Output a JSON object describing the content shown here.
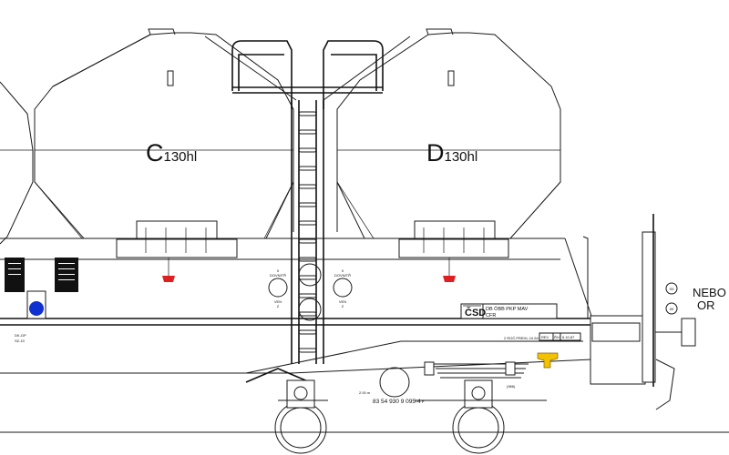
{
  "compartments": {
    "c": {
      "letter": "C",
      "volume": "130hl"
    },
    "d": {
      "letter": "D",
      "volume": "130hl"
    }
  },
  "manhole_left": {
    "top": "0",
    "line1": "DOVNITŘ",
    "line2": "VEN",
    "bottom": "Z"
  },
  "manhole_right": {
    "top": "0",
    "line1": "DOVNITŘ",
    "line2": "VEN",
    "bottom": "Z"
  },
  "operator": {
    "code": "ČSD",
    "railways_line1": "DB ÖBB PKP MAV",
    "railways_line2": "CFR"
  },
  "left_marking": {
    "line1": "DK-GP",
    "line2": "SZ-10"
  },
  "revision_label": "2 ROČ.PREHL.10.84",
  "revision_boxes": [
    "REV",
    "ŘH",
    "5.10.87"
  ],
  "wagon_number": "83 54 930 9 095-4",
  "wagon_check_letter": "P",
  "dimension_label": "2.00 m",
  "spring_label": "(986)",
  "circle_marks": [
    "S5",
    "59"
  ],
  "nebo_or": {
    "line1": "NEBO",
    "line2": "OR"
  },
  "colors": {
    "line": "#1a1a1a",
    "lamp_red": "#e02020",
    "disc_blue": "#1030d0",
    "valve_yellow": "#f2c200"
  }
}
